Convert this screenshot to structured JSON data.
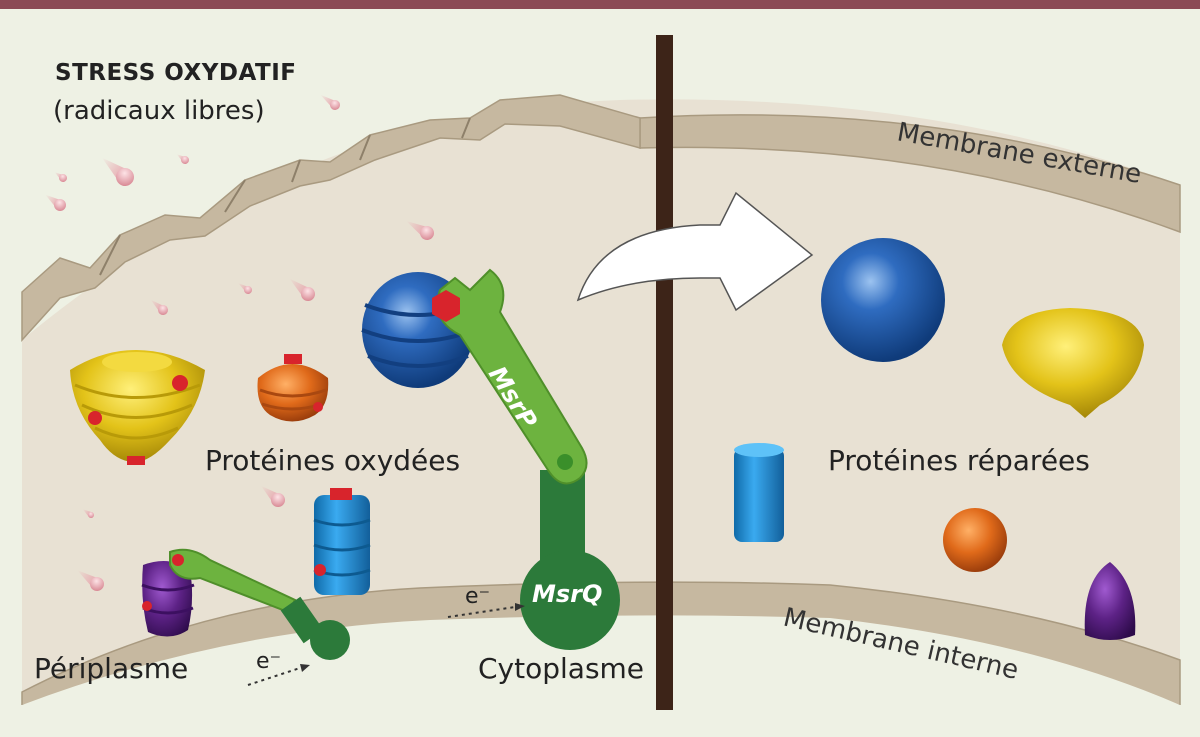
{
  "title": "STRESS OXYDATIF",
  "subtitle": "(radicaux libres)",
  "labels": {
    "outer_membrane": "Membrane externe",
    "inner_membrane": "Membrane interne",
    "oxidized_proteins": "Protéines oxydées",
    "repaired_proteins": "Protéines réparées",
    "periplasm": "Périplasme",
    "cytoplasm": "Cytoplasme",
    "electron": "e⁻",
    "msrp": "MsrP",
    "msrq": "MsrQ"
  },
  "colors": {
    "frame": "#8b4a55",
    "background": "#eef1e4",
    "cell": "#e8e1d3",
    "membrane": "#c6b8a0",
    "divider": "#3d2418",
    "msrp_green": "#6db33f",
    "msrq_green": "#2c7a3a",
    "radical_pink": "#e8a6ae",
    "yellow": "#e3c319",
    "orange": "#e06a1a",
    "blue": "#1f5ba8",
    "cyan": "#1e8fd6",
    "purple": "#5d2286",
    "nut_red": "#d8242c"
  }
}
